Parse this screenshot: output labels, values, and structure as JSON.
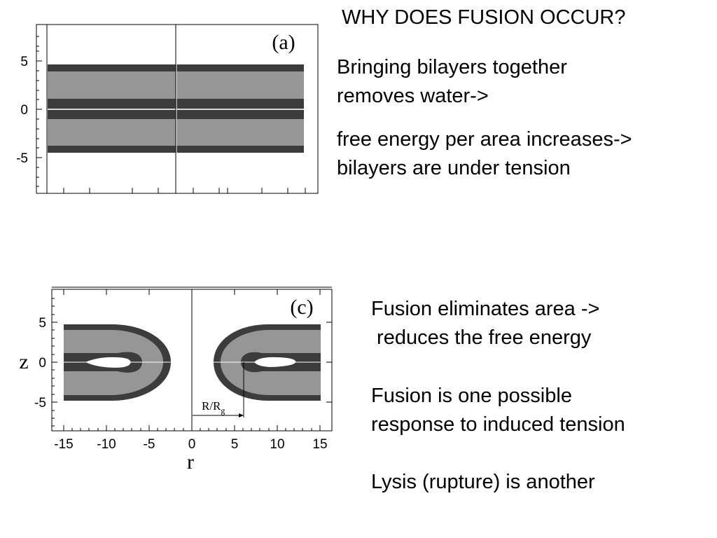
{
  "title": "WHY DOES FUSION OCCUR?",
  "text_top": {
    "para1": [
      "Bringing bilayers together",
      "removes water->"
    ],
    "para2": [
      "free energy per area increases->",
      "bilayers are under tension"
    ]
  },
  "text_bottom": {
    "para1": [
      "Fusion eliminates area ->",
      " reduces the free energy"
    ],
    "para2": [
      "Fusion is one possible",
      "response to induced tension"
    ],
    "para3": [
      "Lysis (rupture) is another"
    ]
  },
  "figure_a": {
    "panel_label": "(a)",
    "y_ticks": [
      "5",
      "0",
      "-5"
    ],
    "colors": {
      "water": "#ffffff",
      "interior": "#969696",
      "headgroup": "#3c3c3c"
    }
  },
  "figure_c": {
    "panel_label": "(c)",
    "y_ticks": [
      "5",
      "0",
      "-5"
    ],
    "x_ticks": [
      "-15",
      "-10",
      "-5",
      "0",
      "5",
      "10",
      "15"
    ],
    "xlabel": "r",
    "ylabel": "z",
    "annotation": {
      "base": "R/R",
      "subscript": "g"
    },
    "colors": {
      "water": "#ffffff",
      "interior": "#969696",
      "headgroup": "#3c3c3c"
    }
  }
}
